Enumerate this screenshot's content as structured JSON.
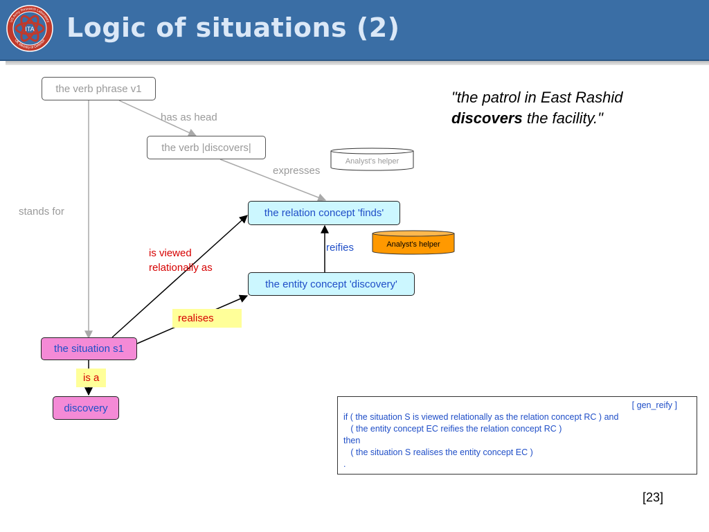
{
  "header": {
    "title": "Logic of situations (2)",
    "logo_text": {
      "center": "ITA",
      "top_arc": "US Army Research Laboratory",
      "bottom_arc": "UK Ministry of Defence"
    },
    "colors": {
      "background": "#3a6ea5",
      "title": "#dbe8f7"
    }
  },
  "nodes": {
    "verb_phrase": "the verb phrase v1",
    "verb": "the verb |discovers|",
    "relation_concept": "the relation concept 'finds'",
    "entity_concept": "the entity concept 'discovery'",
    "situation": "the situation s1",
    "discovery": "discovery"
  },
  "edges": {
    "has_as_head": "has as head",
    "expresses": "expresses",
    "stands_for": "stands for",
    "viewed_relationally_line1": "is viewed",
    "viewed_relationally_line2": "relationally as",
    "realises": "realises",
    "reifies": "reifies",
    "is_a": "is a"
  },
  "helpers": {
    "helper_outline": "Analyst's helper",
    "helper_filled": "Analyst's helper"
  },
  "quote": {
    "part1": "\"the patrol in East Rashid",
    "bold": "discovers",
    "part2": " the facility.\""
  },
  "rule": {
    "tag": "[ gen_reify ]",
    "lines": [
      "if ( the situation S is viewed relationally as the relation concept RC ) and",
      "   ( the entity concept EC reifies the relation concept RC )",
      "then",
      "   ( the situation S realises the entity concept EC )",
      "."
    ]
  },
  "reference": "[23]",
  "colors": {
    "gray_text": "#9a9a9a",
    "blue_text": "#1f4ec7",
    "red_text": "#d60000",
    "concept_fill": "#ccf7ff",
    "situation_fill": "#f48ad6",
    "label_highlight": "#ffff99",
    "helper_fill": "#ff9900"
  }
}
